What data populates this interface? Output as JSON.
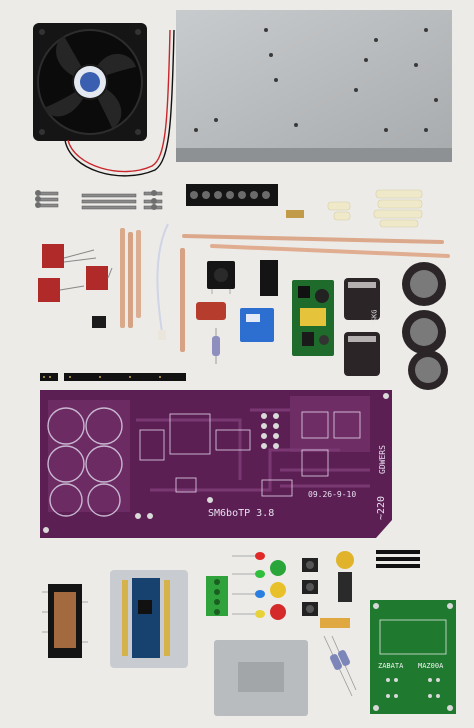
{
  "photo": {
    "description_free": true,
    "background": "#ecebe8"
  },
  "labels": {
    "pcb_main_version": "SM6boTP 3.8",
    "pcb_main_mains": "~220",
    "pcb_main_side": "GDWERS",
    "pcb_main_date": "09.26-9-10",
    "cap_brand": "YSKG",
    "pcb_small_left": "ZABATA",
    "pcb_small_right": "MAZ00A"
  },
  "colors": {
    "pcb_main": "#5a1f52",
    "pcb_green": "#1f7a2f",
    "heatsink": "#b9bcbf",
    "fan": "#1a1a1a",
    "capacitor": "#2a2426"
  }
}
